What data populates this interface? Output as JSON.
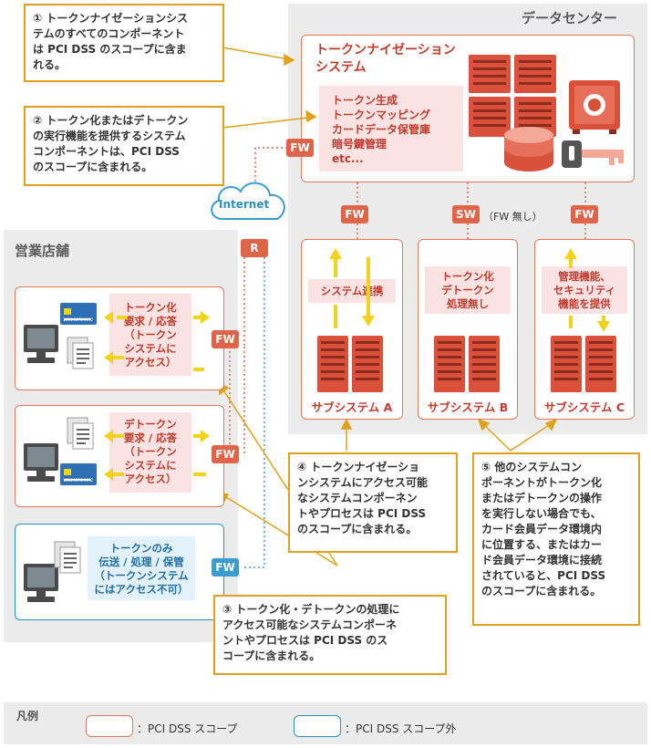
{
  "datacenter": {
    "title": "データセンター",
    "tokenization_system": {
      "title_line1": "トークンナイゼーション",
      "title_line2": "システム",
      "functions": [
        "トークン生成",
        "トークンマッピング",
        "カードデータ保管庫",
        "暗号鍵管理",
        "etc..."
      ]
    },
    "connectors": {
      "fw": "FW",
      "sw": "SW",
      "sw_note": "（FW 無し）",
      "router": "R",
      "internet": "Internet"
    },
    "subsystems": [
      {
        "name": "サブシステム A",
        "panel": "システム連携"
      },
      {
        "name": "サブシステム B",
        "panel_line1": "トークン化",
        "panel_line2": "デトークン",
        "panel_line3": "処理無し"
      },
      {
        "name": "サブシステム C",
        "panel_line1": "管理機能、",
        "panel_line2": "セキュリティ",
        "panel_line3": "機能を提供"
      }
    ]
  },
  "store": {
    "title": "営業店舗",
    "terminals": [
      {
        "panel": [
          "トークン化",
          "要求 / 応答",
          "（トークン",
          "システムに",
          "アクセス）"
        ]
      },
      {
        "panel": [
          "デトークン",
          "要求 / 応答",
          "（トークン",
          "システムに",
          "アクセス）"
        ]
      },
      {
        "panel": [
          "トークンのみ",
          "伝送 / 処理 / 保管",
          "（トークンシステム",
          "にはアクセス不可）"
        ]
      }
    ],
    "card_number": "1234 5678 9012"
  },
  "callouts": {
    "c1": [
      "① トークンナイゼーションシス",
      "テムのすべてのコンポーネント",
      "は PCI DSS のスコープに含ま",
      "れる。"
    ],
    "c2": [
      "② トークン化またはデトークン",
      "の実行機能を提供するシステム",
      "コンポーネントは、PCI DSS",
      "のスコープに含まれる。"
    ],
    "c3": [
      "③ トークン化・デトークンの処理に",
      "アクセス可能なシステムコンポーネ",
      "ントやプロセスは PCI DSS のス",
      "コープに含まれる。"
    ],
    "c4": [
      "④ トークンナイゼーショ",
      "ンシステムにアクセス可能",
      "なシステムコンポーネン",
      "トやプロセスは PCI DSS",
      "のスコープに含まれる。"
    ],
    "c5": [
      "⑤ 他のシステムコン",
      "ポーネントがトークン化",
      "またはデトークンの操作",
      "を実行しない場合でも、",
      "カード会員データ環境内",
      "に位置する、またはカー",
      "ド会員データ環境に接続",
      "されていると、PCI DSS",
      "のスコープに含まれる。"
    ]
  },
  "legend": {
    "title": "凡例",
    "in_scope": "：PCI DSS スコープ",
    "out_scope": "：PCI DSS スコープ外"
  },
  "colors": {
    "pci_border": "#e07a5f",
    "out_border": "#2f8fbf",
    "callout_border": "#e0a21a",
    "fw_tag": "#e0644a",
    "accent_red": "#c23b2c",
    "arrow_yellow": "#f2d21b"
  }
}
